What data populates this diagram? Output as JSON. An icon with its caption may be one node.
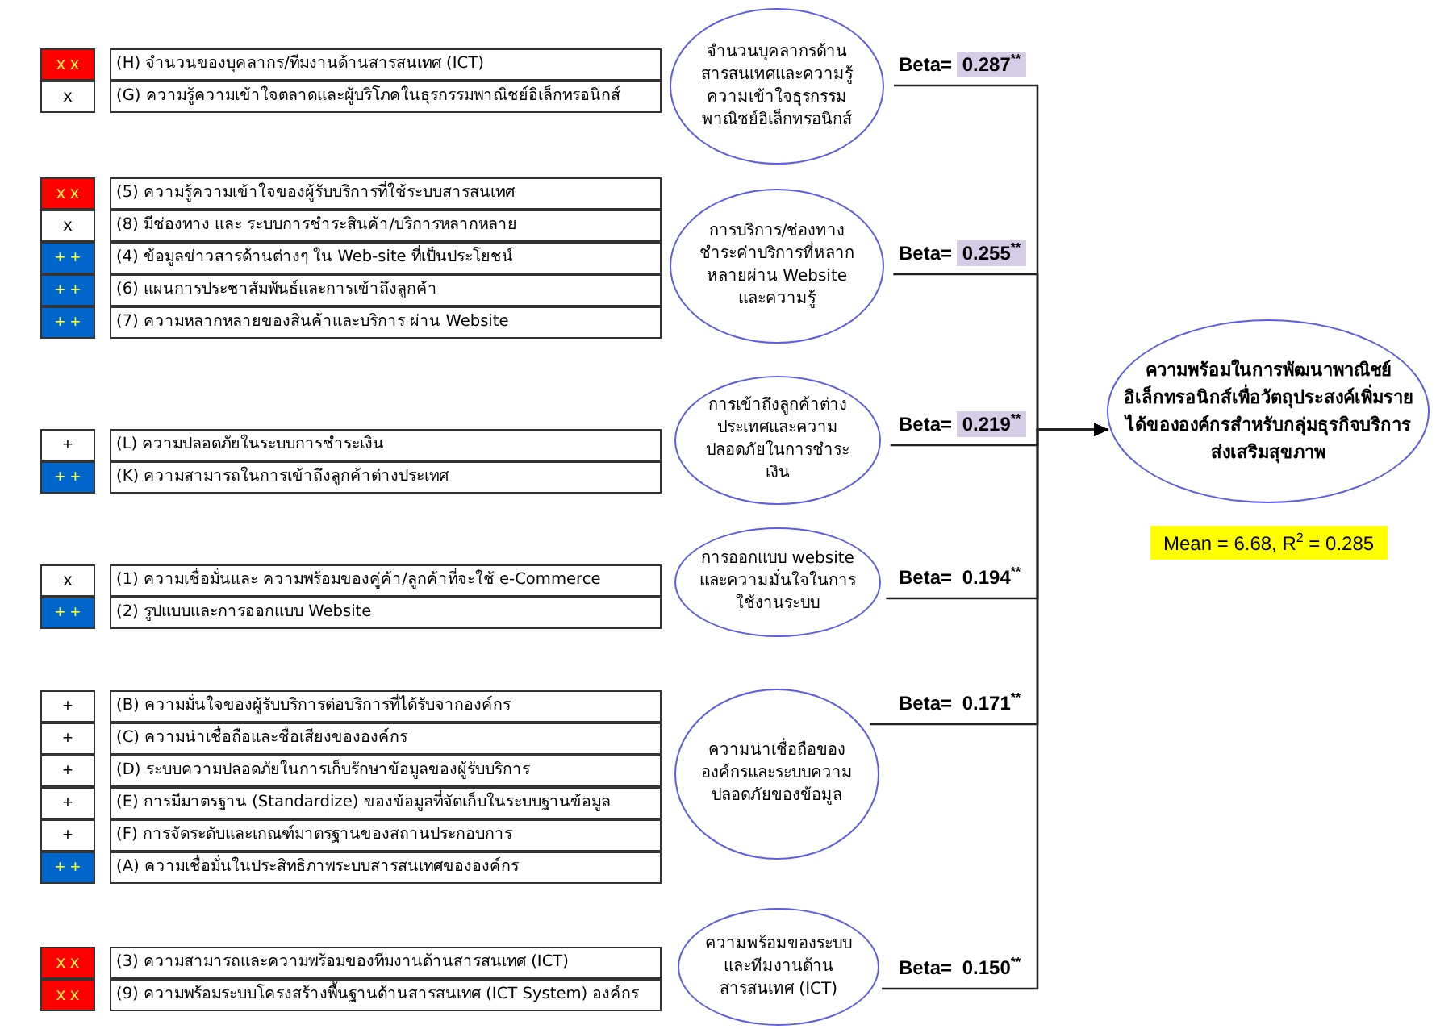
{
  "diagram": {
    "nodes": [
      {
        "text": [
          "x x"
        ]
      },
      {
        "text": [
          "(H) จำนวนของบุคลากร/ทีมงานด้านสารสนเทศ (ICT)"
        ]
      },
      {
        "text": [
          "x"
        ]
      },
      {
        "text": [
          "(G) ความรู้ความเข้าใจตลาดและผู้บริโภคในธุรกรรมพาณิชย์อิเล็กทรอนิกส์"
        ]
      },
      {
        "text": [
          "จำนวนบุคลากรด้านสารสนเทศและความรู้ความเข้าใจธุรกรรมพาณิชย์อิเล็กทรอนิกส์"
        ]
      },
      {
        "text": [
          "x x"
        ]
      },
      {
        "text": [
          "(5) ความรู้ความเข้าใจของผู้รับบริการที่ใช้ระบบสารสนเทศ"
        ]
      },
      {
        "text": [
          "x"
        ]
      },
      {
        "text": [
          "(8) มีช่องทาง และ ระบบการชำระสินค้า/บริการหลากหลาย"
        ]
      },
      {
        "text": [
          "+ +"
        ]
      },
      {
        "text": [
          "(4) ข้อมูลข่าวสารด้านต่างๆ ใน Web-site ที่เป็นประโยชน์"
        ]
      },
      {
        "text": [
          "+ +"
        ]
      },
      {
        "text": [
          "(6) แผนการประชาสัมพันธ์และการเข้าถึงลูกค้า"
        ]
      },
      {
        "text": [
          "+ +"
        ]
      },
      {
        "text": [
          "(7) ความหลากหลายของสินค้าและบริการ ผ่าน Website"
        ]
      },
      {
        "text": [
          "การบริการ/ช่องทางชำระค่าบริการที่หลากหลายผ่าน Website และความรู้"
        ]
      },
      {
        "text": [
          "+"
        ]
      },
      {
        "text": [
          "(L) ความปลอดภัยในระบบการชำระเงิน"
        ]
      },
      {
        "text": [
          "+ +"
        ]
      },
      {
        "text": [
          "(K) ความสามารถในการเข้าถึงลูกค้าต่างประเทศ"
        ]
      },
      {
        "text": [
          "การเข้าถึงลูกค้าต่างประเทศและความปลอดภัยในการชำระเงิน"
        ]
      },
      {
        "text": [
          "x"
        ]
      },
      {
        "text": [
          "(1) ความเชื่อมั่นและ ความพร้อมของคู่ค้า/ลูกค้าที่จะใช้ e-Commerce"
        ]
      },
      {
        "text": [
          "+ +"
        ]
      },
      {
        "text": [
          "(2) รูปแบบและการออกแบบ Website"
        ]
      },
      {
        "text": [
          "การออกแบบ website และความมั่นใจในการใช้งานระบบ"
        ]
      },
      {
        "text": [
          "+"
        ]
      },
      {
        "text": [
          "(B) ความมั่นใจของผู้รับบริการต่อบริการที่ได้รับจากองค์กร"
        ]
      },
      {
        "text": [
          "+"
        ]
      },
      {
        "text": [
          "(C) ความน่าเชื่อถือและชื่อเสียงขององค์กร"
        ]
      },
      {
        "text": [
          "+"
        ]
      },
      {
        "text": [
          "(D) ระบบความปลอดภัยในการเก็บรักษาข้อมูลของผู้รับบริการ"
        ]
      },
      {
        "text": [
          "+"
        ]
      },
      {
        "text": [
          "(E) การมีมาตรฐาน (Standardize) ของข้อมูลที่จัดเก็บในระบบฐานข้อมูล"
        ]
      },
      {
        "text": [
          "+"
        ]
      },
      {
        "text": [
          "(F) การจัดระดับและเกณฑ์มาตรฐานของสถานประกอบการ"
        ]
      },
      {
        "text": [
          "+ +"
        ]
      },
      {
        "text": [
          "(A) ความเชื่อมั่นในประสิทธิภาพระบบสารสนเทศขององค์กร"
        ]
      },
      {
        "text": [
          "ความน่าเชื่อถือขององค์กรและระบบความปลอดภัยของข้อมูล"
        ]
      },
      {
        "text": [
          "x x"
        ]
      },
      {
        "text": [
          "(3) ความสามารถและความพร้อมของทีมงานด้านสารสนเทศ (ICT)"
        ]
      },
      {
        "text": [
          "x x"
        ]
      },
      {
        "text": [
          "(9) ความพร้อมระบบโครงสร้างพื้นฐานด้านสารสนเทศ (ICT System) องค์กร"
        ]
      },
      {
        "text": [
          "ความพร้อมของระบบและทีมงานด้านสารสนเทศ (ICT)"
        ]
      },
      {
        "text": [
          "ความพร้อมในการพัฒนาพาณิชย์อิเล็กทรอนิกส์เพื่อวัตถุประสงค์เพิ่มรายได้ขององค์กรสำหรับกลุ่มธุรกิจบริการส่งเสริมสุขภาพ"
        ]
      }
    ],
    "edges": [
      {
        "from": 4,
        "to": 44,
        "arrow": "to",
        "label": "Beta= 0.287$^{**}$"
      },
      {
        "from": 15,
        "to": 44,
        "arrow": "to",
        "label": "Beta= 0.255$^{**}$"
      },
      {
        "from": 20,
        "to": 44,
        "arrow": "to",
        "label": "Beta= 0.219$^{**}$"
      },
      {
        "from": 25,
        "to": 44,
        "arrow": "to",
        "label": "Beta= 0.194$^{**}$"
      },
      {
        "from": 38,
        "to": 44,
        "arrow": "to",
        "label": "Beta= 0.171$^{**}$"
      },
      {
        "from": 43,
        "to": 44,
        "arrow": "to",
        "label": "Beta= 0.150$^{**}$"
      }
    ],
    "labels": [
      "Mean = 6.68, R$^{2}$ = 0.285"
    ]
  }
}
